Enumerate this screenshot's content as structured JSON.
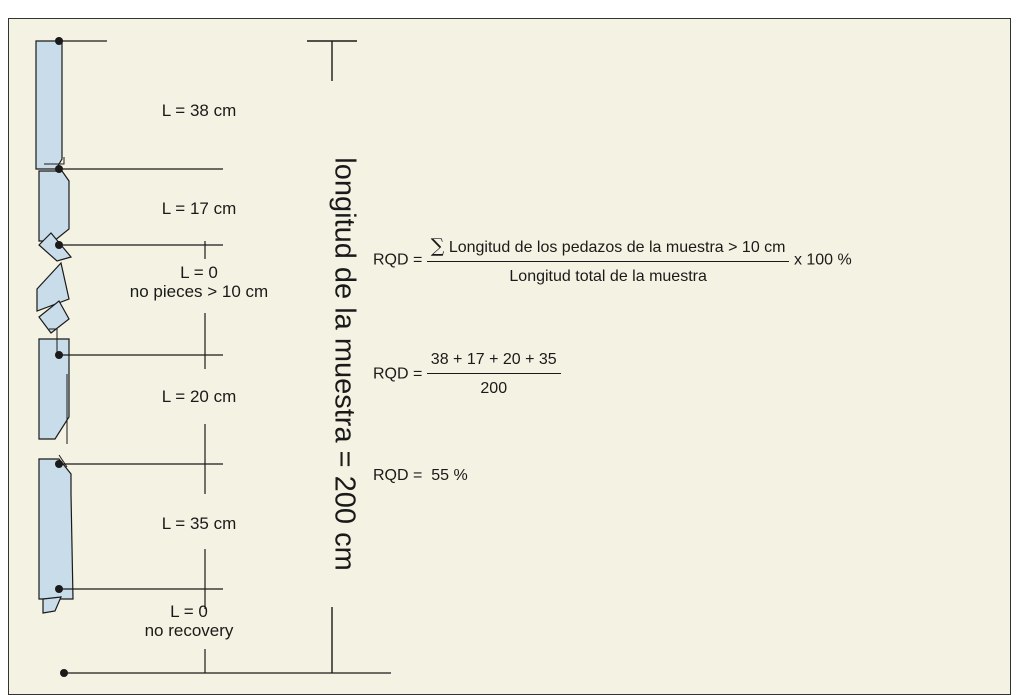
{
  "diagram": {
    "vertical_label": "longitud de la muestra = 200 cm",
    "segments": [
      {
        "label": "L = 38 cm",
        "note": ""
      },
      {
        "label": "L = 17 cm",
        "note": ""
      },
      {
        "label": "L = 0",
        "note": "no pieces > 10 cm"
      },
      {
        "label": "L = 20 cm",
        "note": ""
      },
      {
        "label": "L = 35 cm",
        "note": ""
      },
      {
        "label": "L = 0",
        "note": "no recovery"
      }
    ]
  },
  "formulas": {
    "f1": {
      "lhs": "RQD =",
      "sigma": "∑",
      "numerator": "Longitud de los pedazos de la muestra > 10 cm",
      "denominator": "Longitud total de la muestra",
      "suffix": "x 100 %"
    },
    "f2": {
      "lhs": "RQD =",
      "numerator": "38 + 17 + 20 + 35",
      "denominator": "200"
    },
    "f3": {
      "text": "RQD =  55 %"
    }
  },
  "colors": {
    "background": "#f4f2e2",
    "core": "#c9dcea",
    "stroke": "#1a1a1a"
  }
}
